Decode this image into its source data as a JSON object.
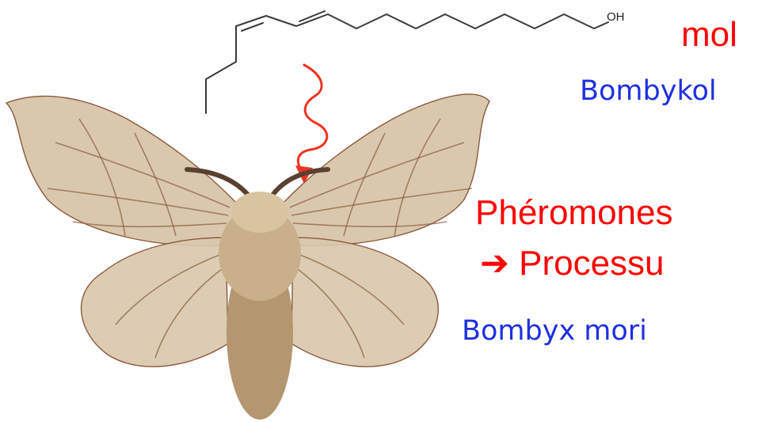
{
  "colors": {
    "red_text": "#ff0000",
    "blue_text": "#1f2fe0",
    "arrow": "#ee3322",
    "bond": "#3a3a3a",
    "wing": "#d9c8ad",
    "wing_vein": "#8b5a3c",
    "body": "#b49670"
  },
  "structure": {
    "oh_label": "OH"
  },
  "labels": {
    "heading_fragment": "mol",
    "molecule_name": "Bombykol",
    "pheromones": "Phéromones",
    "arrow_glyph": "➔",
    "process_fragment": "Processu",
    "species_name": "Bombyx mori"
  },
  "icons": {
    "wavy_arrow": "wavy-arrow-icon",
    "moth": "moth-illustration"
  }
}
